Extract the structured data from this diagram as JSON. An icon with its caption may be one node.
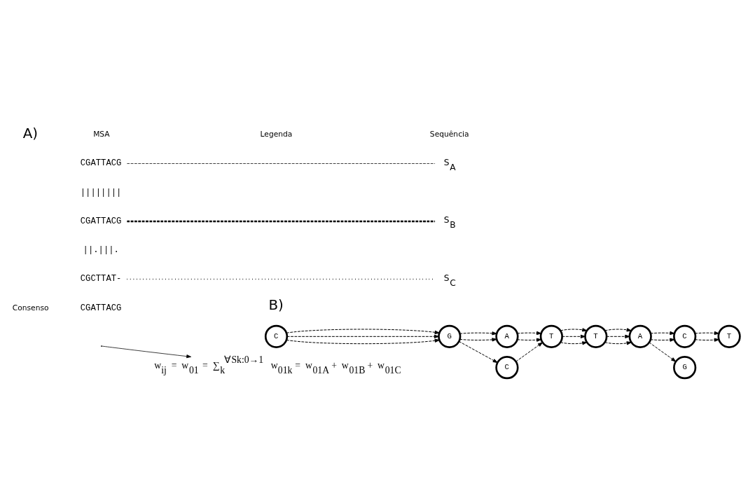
{
  "diagram": {
    "nodes": [
      {
        "text": [
          "C"
        ]
      },
      {
        "text": [
          "G"
        ]
      },
      {
        "text": [
          "A"
        ]
      },
      {
        "text": [
          "C"
        ]
      },
      {
        "text": [
          "T"
        ]
      },
      {
        "text": [
          "T"
        ]
      },
      {
        "text": [
          "A"
        ]
      },
      {
        "text": [
          "C"
        ]
      },
      {
        "text": [
          "G"
        ]
      },
      {
        "text": [
          "T"
        ]
      },
      {
        "text": [
          "w$_{ij}$ = w$_{01}$ = ∑$_{k}$$^{∀Sk:0→1}$ w$_{01k}$ = w$_{01A}$ + w$_{01B}$ + w$_{01C}$"
        ]
      }
    ],
    "edges": [
      {
        "from": 0,
        "to": 1,
        "arrow": "to",
        "style": "dashed"
      },
      {
        "from": 0,
        "to": 1,
        "arrow": "to",
        "style": "dashed"
      },
      {
        "from": 0,
        "to": 1,
        "arrow": "to",
        "style": "dashed"
      },
      {
        "from": 1,
        "to": 2,
        "arrow": "to",
        "style": "dashed"
      },
      {
        "from": 1,
        "to": 2,
        "arrow": "to",
        "style": "dashed"
      },
      {
        "from": 1,
        "to": 3,
        "arrow": "to",
        "style": "dashed"
      },
      {
        "from": 2,
        "to": 4,
        "arrow": "to",
        "style": "dashed"
      },
      {
        "from": 2,
        "to": 4,
        "arrow": "to",
        "style": "dashed"
      },
      {
        "from": 3,
        "to": 4,
        "arrow": "to",
        "style": "dashed"
      },
      {
        "from": 4,
        "to": 5,
        "arrow": "to",
        "style": "dashed"
      },
      {
        "from": 4,
        "to": 5,
        "arrow": "to",
        "style": "dashed"
      },
      {
        "from": 4,
        "to": 5,
        "arrow": "to",
        "style": "dashed"
      },
      {
        "from": 5,
        "to": 6,
        "arrow": "to",
        "style": "dashed"
      },
      {
        "from": 5,
        "to": 6,
        "arrow": "to",
        "style": "dashed"
      },
      {
        "from": 5,
        "to": 6,
        "arrow": "to",
        "style": "dashed"
      },
      {
        "from": 6,
        "to": 7,
        "arrow": "to",
        "style": "dashed"
      },
      {
        "from": 6,
        "to": 7,
        "arrow": "to",
        "style": "dashed"
      },
      {
        "from": 6,
        "to": 8,
        "arrow": "to",
        "style": "dashed"
      },
      {
        "from": 7,
        "to": 9,
        "arrow": "to",
        "style": "dashed"
      },
      {
        "from": 7,
        "to": 9,
        "arrow": "to",
        "style": "dashed"
      },
      {
        "from": null,
        "to": 10,
        "arrow": "to"
      }
    ],
    "labels": [
      "A)",
      "MSA",
      "Legenda",
      "Sequência",
      "CGATTACG",
      "||||||||",
      "CGATTACG",
      "||.|||.",
      "CGCTTAT-",
      "Consenso",
      "CGATTACG",
      "B)"
    ],
    "legend": [
      {
        "text": "S$_{A}$"
      },
      {
        "text": "S$_{B}$"
      },
      {
        "text": "S$_{C}$"
      }
    ]
  }
}
